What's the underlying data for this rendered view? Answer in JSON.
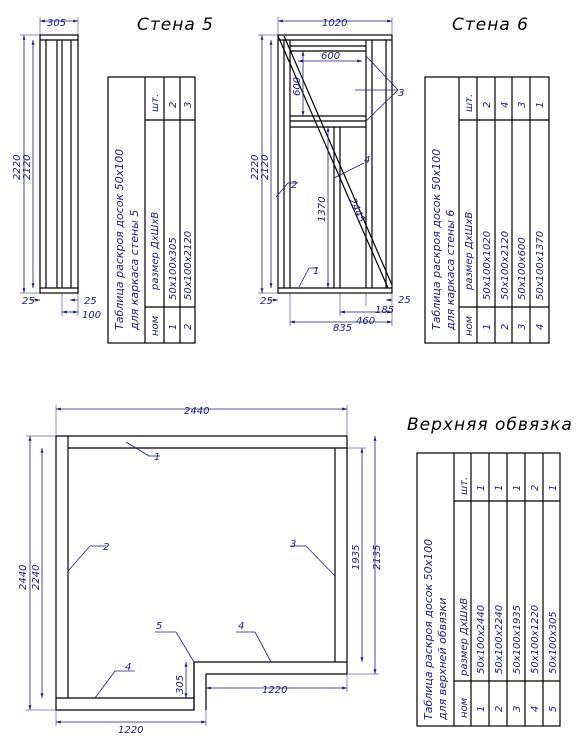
{
  "titles": {
    "wall5": "Стена 5",
    "wall6": "Стена 6",
    "top": "Верхняя обвязка"
  },
  "wall5": {
    "dims": {
      "width": "305",
      "h1": "2220",
      "h2": "2120",
      "b1": "25",
      "b2": "25",
      "b3": "100"
    },
    "table": {
      "title1": "Таблица раскроя досок 50х100",
      "title2": "для каркаса стены 5",
      "head": {
        "num": "ном",
        "size": "размер ДхШхВ",
        "qty": "шт."
      },
      "rows": [
        {
          "num": "1",
          "size": "50х100х305",
          "qty": "2"
        },
        {
          "num": "2",
          "size": "50х100х2120",
          "qty": "3"
        }
      ]
    }
  },
  "wall6": {
    "dims": {
      "width": "1020",
      "h1": "2220",
      "h2": "2120",
      "w600": "600",
      "h600": "600",
      "h1370": "1370",
      "diag": "2445",
      "b25": "25",
      "b25r": "25",
      "w835": "835",
      "w460": "460",
      "w185": "185"
    },
    "callouts": {
      "c1": "1",
      "c2": "2",
      "c3": "3",
      "c4": "4"
    },
    "table": {
      "title1": "Таблица раскроя досок 50х100",
      "title2": "для каркаса стены 6",
      "head": {
        "num": "ном",
        "size": "размер ДхШхВ",
        "qty": "шт."
      },
      "rows": [
        {
          "num": "1",
          "size": "50х100х1020",
          "qty": "2"
        },
        {
          "num": "2",
          "size": "50х100х2120",
          "qty": "4"
        },
        {
          "num": "3",
          "size": "50х100х600",
          "qty": "3"
        },
        {
          "num": "4",
          "size": "50х100х1370",
          "qty": "1"
        }
      ]
    }
  },
  "top": {
    "dims": {
      "w2440": "2440",
      "h2440": "2440",
      "h2240": "2240",
      "h1935": "1935",
      "h2135": "2135",
      "h305": "305",
      "w1220a": "1220",
      "w1220b": "1220"
    },
    "callouts": {
      "c1": "1",
      "c2": "2",
      "c3": "3",
      "c4a": "4",
      "c4b": "4",
      "c5": "5"
    },
    "table": {
      "title1": "Таблица раскроя досок 50х100",
      "title2": "для верхней обвязки",
      "head": {
        "num": "ном",
        "size": "размер ДхШхВ",
        "qty": "шт."
      },
      "rows": [
        {
          "num": "1",
          "size": "50х100х2440",
          "qty": "1"
        },
        {
          "num": "2",
          "size": "50х100х2240",
          "qty": "1"
        },
        {
          "num": "3",
          "size": "50х100х1935",
          "qty": "1"
        },
        {
          "num": "4",
          "size": "50х100х1220",
          "qty": "2"
        },
        {
          "num": "5",
          "size": "50х100х305",
          "qty": "1"
        }
      ]
    }
  },
  "colors": {
    "ink": "#000000",
    "dim": "#1a1a8c"
  }
}
